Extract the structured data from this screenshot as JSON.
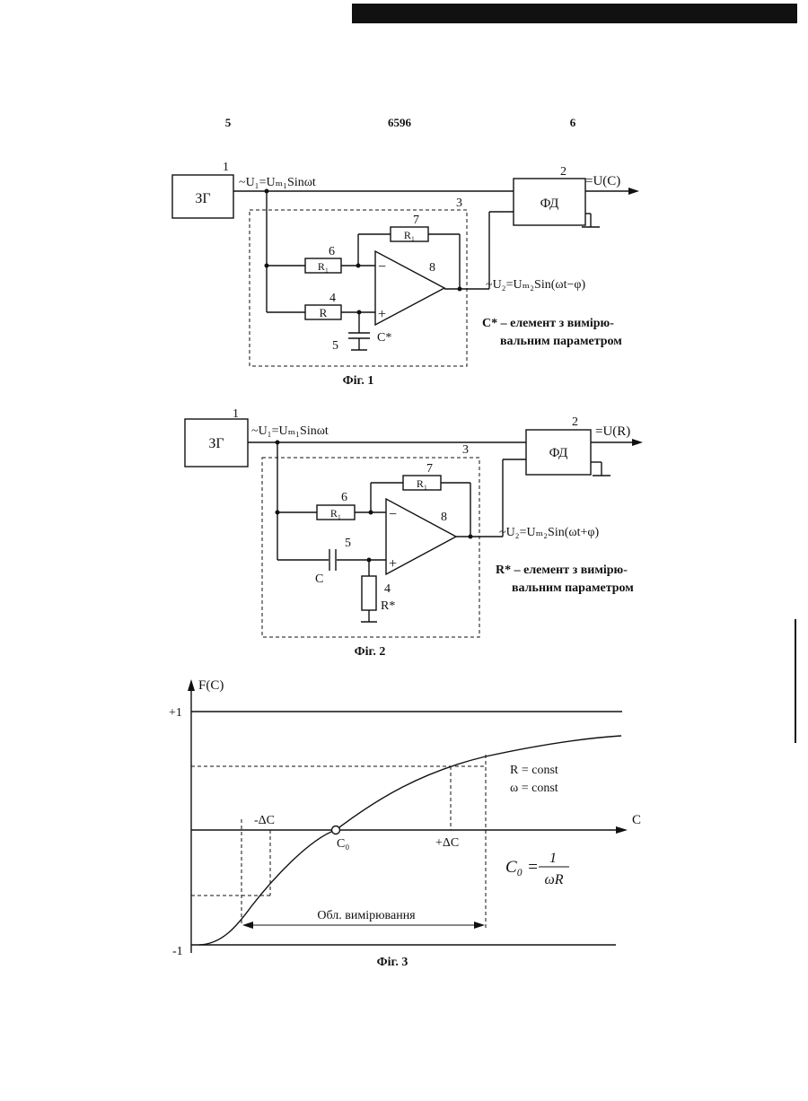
{
  "header": {
    "page_left": "5",
    "patent_number": "6596",
    "page_right": "6"
  },
  "fig1": {
    "generator_label": "ЗГ",
    "generator_num": "1",
    "input_signal": "~U₁=Uₘ₁Sinωt",
    "detector_label": "ФД",
    "detector_num": "2",
    "output_label": "=U(C)",
    "block_num": "3",
    "r1_upper": "R₁",
    "r1_upper_num": "7",
    "r1_lower": "R₁",
    "r1_lower_num": "6",
    "opamp_num": "8",
    "minus": "−",
    "plus": "+",
    "r_label": "R",
    "r_num": "4",
    "cap_label": "C*",
    "cap_num": "5",
    "out_signal": "~U₂=Uₘ₂Sin(ωt−φ)",
    "note_line1": "C* – елемент з вимірю-",
    "note_line2": "вальним параметром",
    "caption": "Фіг. 1"
  },
  "fig2": {
    "generator_label": "ЗГ",
    "generator_num": "1",
    "input_signal": "~U₁=Uₘ₁Sinωt",
    "detector_label": "ФД",
    "detector_num": "2",
    "output_label": "=U(R)",
    "block_num": "3",
    "r1_upper": "R₁",
    "r1_upper_num": "7",
    "r1_lower": "R₁",
    "r1_lower_num": "6",
    "opamp_num": "8",
    "minus": "−",
    "plus": "+",
    "cap_label": "C",
    "cap_num": "5",
    "res_num": "4",
    "res_label": "R*",
    "out_signal": "~U₂=Uₘ₂Sin(ωt+φ)",
    "note_line1": "R* – елемент з вимірю-",
    "note_line2": "вальним параметром",
    "caption": "Фіг. 2"
  },
  "fig3": {
    "ylabel": "F(C)",
    "xlabel": "C",
    "y_plus": "+1",
    "y_minus": "-1",
    "minus_delta": "-ΔC",
    "plus_delta": "+ΔC",
    "c0": "C₀",
    "r_const": "R = const",
    "w_const": "ω = const",
    "formula_lhs": "C₀ =",
    "formula_num": "1",
    "formula_den": "ωR",
    "range_label": "Обл. вимірювання",
    "caption": "Фіг. 3"
  }
}
